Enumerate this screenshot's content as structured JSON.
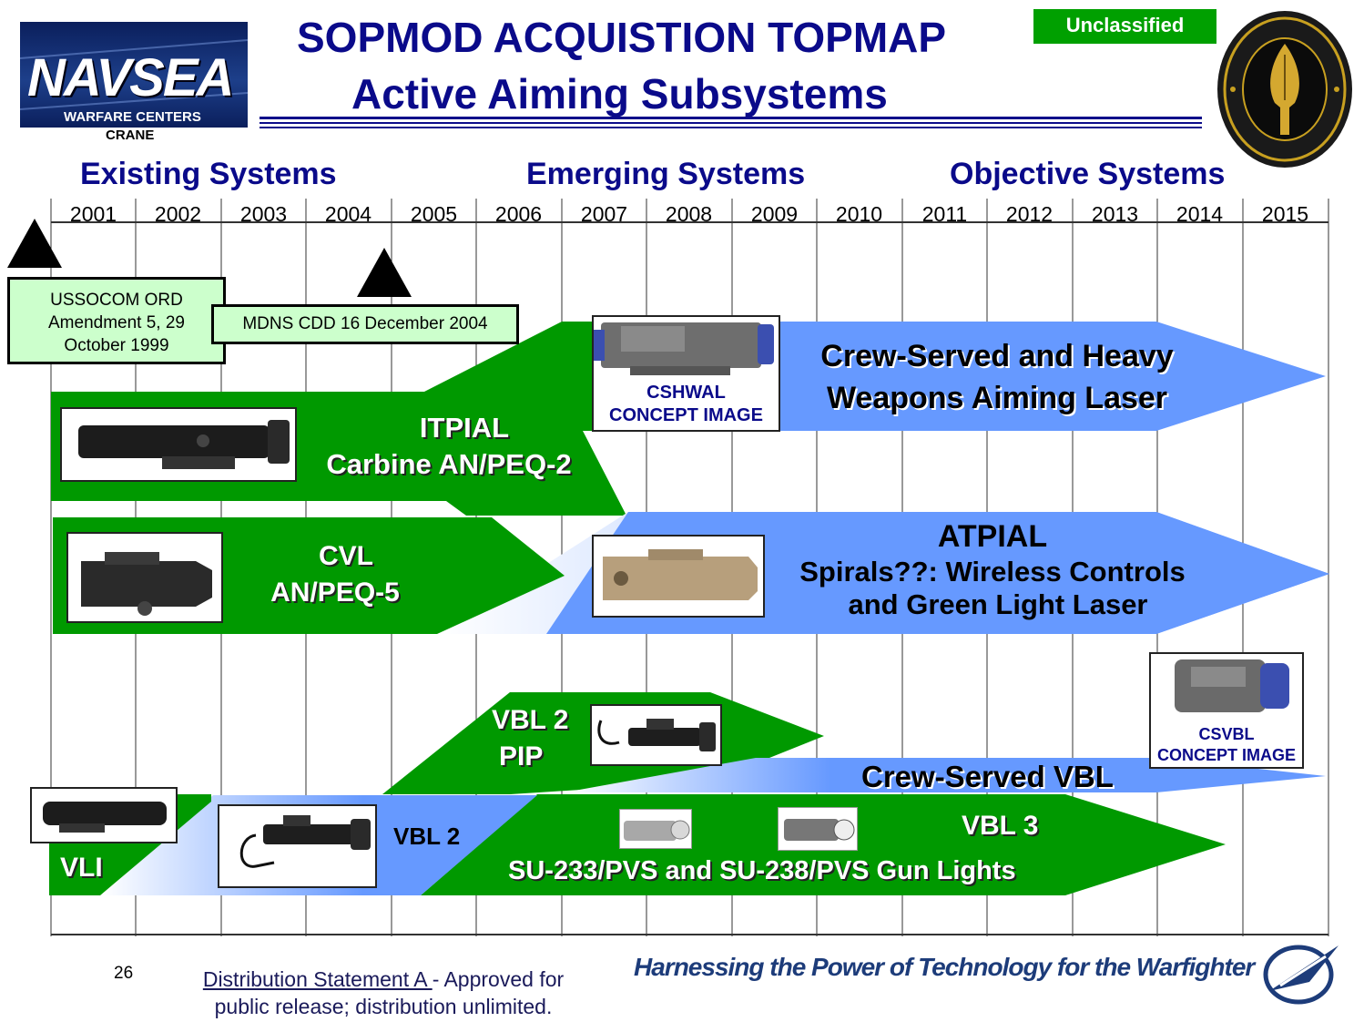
{
  "header": {
    "title_line1": "SOPMOD ACQUISTION TOPMAP",
    "title_line2": "Active Aiming  Subsystems",
    "classification": "Unclassified",
    "logo_left": {
      "main": "NAVSEA",
      "sub1": "WARFARE CENTERS",
      "sub2": "CRANE"
    },
    "seal": {
      "name": "United States Special Operations Command seal"
    }
  },
  "sections": {
    "existing": "Existing Systems",
    "emerging": "Emerging Systems",
    "objective": "Objective Systems"
  },
  "years": [
    "2001",
    "2002",
    "2003",
    "2004",
    "2005",
    "2006",
    "2007",
    "2008",
    "2009",
    "2010",
    "2011",
    "2012",
    "2013",
    "2014",
    "2015"
  ],
  "milestones": {
    "ord": {
      "line1": "USSOCOM ORD",
      "line2": "Amendment 5, 29",
      "line3": "October 1999"
    },
    "cdd": {
      "text": "MDNS CDD 16 December 2004"
    }
  },
  "programs": {
    "itpial": {
      "line1": "ITPIAL",
      "line2": "Carbine AN/PEQ-2"
    },
    "cshwal": {
      "line1": "Crew-Served and Heavy",
      "line2": "Weapons Aiming Laser",
      "caption1": "CSHWAL",
      "caption2": "CONCEPT IMAGE"
    },
    "cvl": {
      "line1": "CVL",
      "line2": "AN/PEQ-5"
    },
    "atpial": {
      "line1": "ATPIAL",
      "line2": "Spirals??: Wireless Controls",
      "line3": "and Green Light Laser"
    },
    "vbl2pip": {
      "line1": "VBL 2",
      "line2": "PIP"
    },
    "csvbl": {
      "label": "Crew-Served VBL",
      "caption1": "CSVBL",
      "caption2": "CONCEPT IMAGE"
    },
    "vli": {
      "label": "VLI"
    },
    "vbl2": {
      "label": "VBL 2"
    },
    "vbl3": {
      "line1": "VBL 3",
      "line2": "SU-233/PVS and SU-238/PVS Gun Lights"
    }
  },
  "colors": {
    "green": "#009900",
    "blue": "#6699ff",
    "navy": "#0a0a8a",
    "note_fill": "#ccffcc"
  },
  "footer": {
    "page": "26",
    "distribution_link": "Distribution Statement A ",
    "distribution_rest": "- Approved for",
    "distribution_line2": "public release; distribution unlimited.",
    "slogan": "Harnessing the Power of Technology for the Warfighter"
  }
}
